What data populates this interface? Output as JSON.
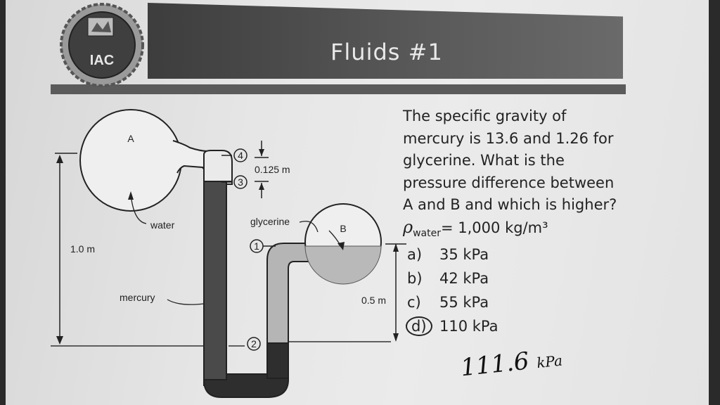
{
  "header": {
    "logo_text": "IAC",
    "title": "Fluids #1"
  },
  "diagram": {
    "label_a": "A",
    "label_b": "B",
    "label_water": "water",
    "label_mercury": "mercury",
    "label_glycerine": "glycerine",
    "dim_height_ab": "1.0 m",
    "dim_gap": "0.125 m",
    "dim_b": "0.5 m",
    "point_1": "1",
    "point_2": "2",
    "point_3": "3",
    "point_4": "4"
  },
  "question": {
    "lines": [
      "The specific gravity of",
      "mercury is 13.6 and 1.26 for",
      "glycerine.  What is the",
      "pressure difference between",
      "A and B and which is higher?"
    ],
    "rho_symbol": "ρ",
    "rho_sub": "water",
    "rho_value": "= 1,000 kg/m³"
  },
  "answers": [
    {
      "letter": "a)",
      "value": "35 kPa"
    },
    {
      "letter": "b)",
      "value": "42 kPa"
    },
    {
      "letter": "c)",
      "value": "55 kPa"
    },
    {
      "letter": "d)",
      "value": "110 kPa"
    }
  ],
  "handwritten_note": {
    "value": "111.6",
    "unit": "kPa"
  }
}
